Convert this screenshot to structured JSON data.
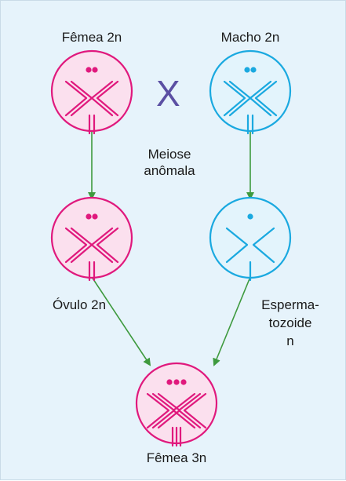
{
  "labels": {
    "female_parent": "Fêmea 2n",
    "male_parent": "Macho 2n",
    "cross_symbol": "X",
    "meiosis_line1": "Meiose",
    "meiosis_line2": "anômala",
    "egg": "Óvulo 2n",
    "sperm_line1": "Esperma-",
    "sperm_line2": "tozoide",
    "sperm_line3": "n",
    "offspring": "Fêmea 3n"
  },
  "colors": {
    "female": "#e0197d",
    "female_fill": "#fbe0ee",
    "male": "#1aa9e0",
    "male_fill": "#e3f4fc",
    "arrow": "#3e9a3e",
    "cross": "#5b4fa3",
    "background": "#e6f3fb"
  },
  "cells": {
    "female_parent": {
      "dots": 2,
      "ploidy": "2n",
      "color": "female"
    },
    "male_parent": {
      "dots": 2,
      "ploidy": "2n",
      "color": "male"
    },
    "egg": {
      "dots": 2,
      "ploidy": "2n",
      "color": "female"
    },
    "sperm": {
      "dots": 1,
      "ploidy": "n",
      "color": "male"
    },
    "offspring": {
      "dots": 3,
      "ploidy": "3n",
      "color": "female"
    }
  }
}
